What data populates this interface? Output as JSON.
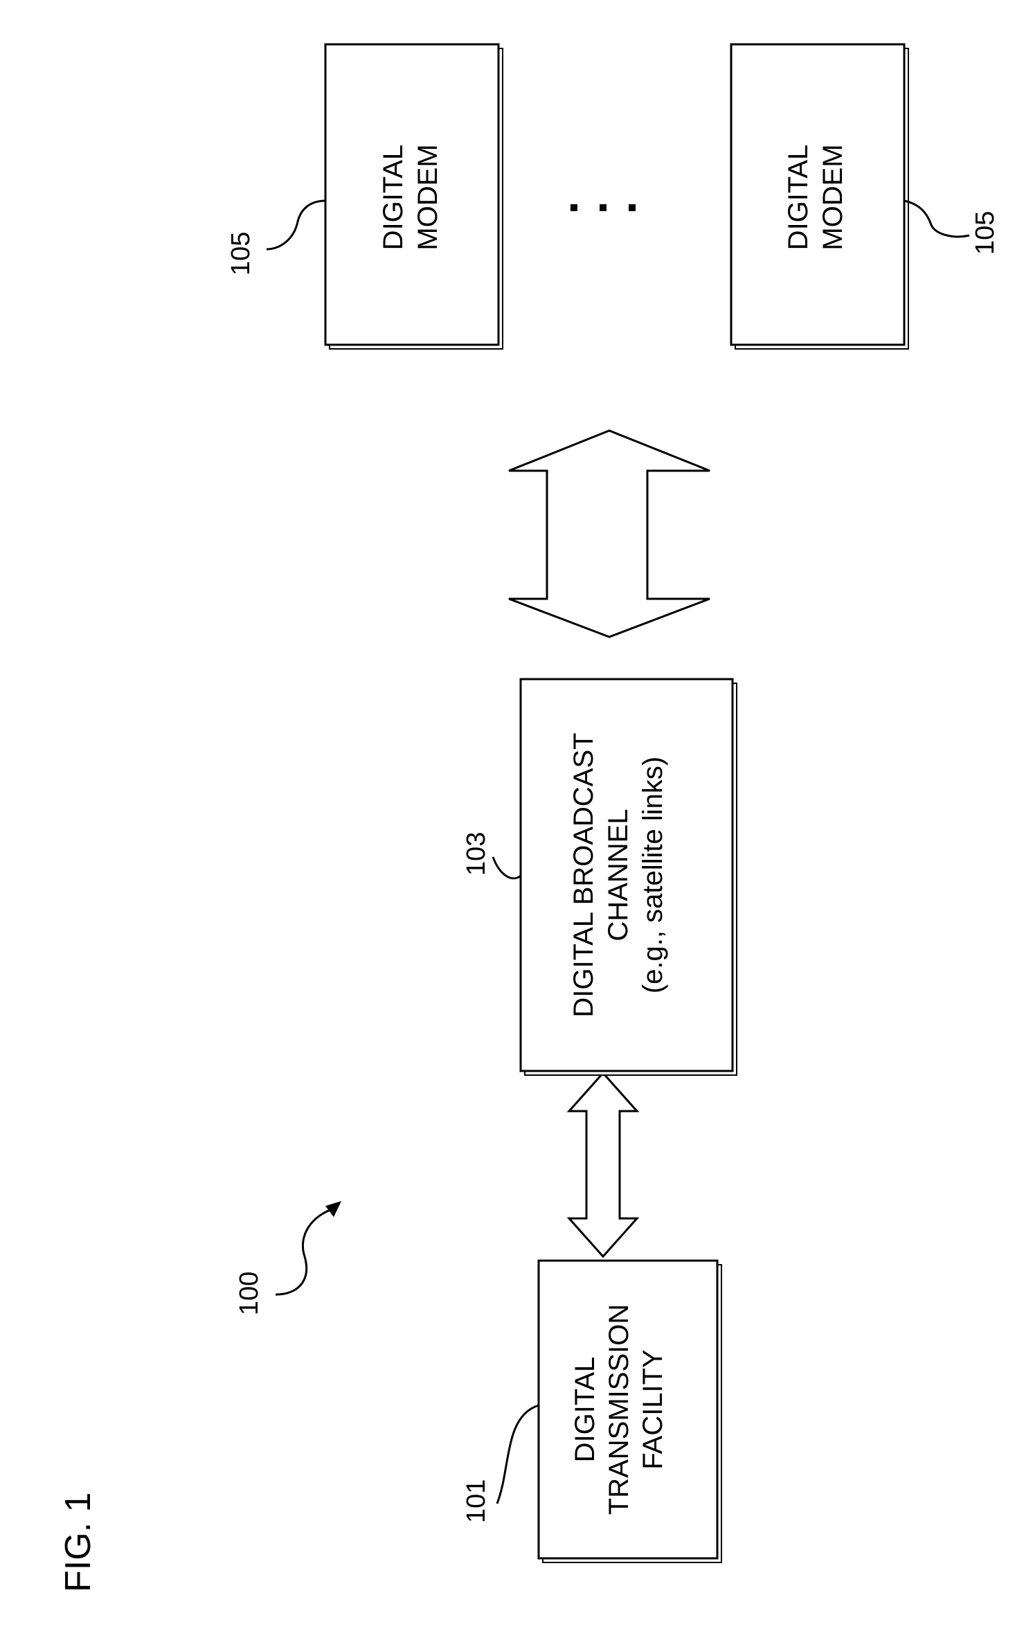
{
  "figure": {
    "caption": "FIG. 1",
    "system_ref": "100"
  },
  "nodes": {
    "transmission_facility": {
      "ref": "101",
      "lines": [
        "DIGITAL",
        "TRANSMISSION",
        "FACILITY"
      ]
    },
    "broadcast_channel": {
      "ref": "103",
      "lines": [
        "DIGITAL BROADCAST",
        "CHANNEL",
        "(e.g., satellite links)"
      ]
    },
    "modem_top": {
      "ref": "105",
      "lines": [
        "DIGITAL",
        "MODEM"
      ]
    },
    "modem_bottom": {
      "ref": "105",
      "lines": [
        "DIGITAL",
        "MODEM"
      ]
    }
  },
  "ellipsis": "• • •"
}
